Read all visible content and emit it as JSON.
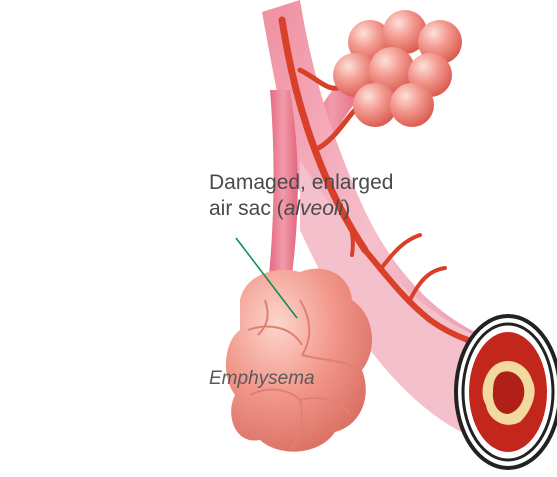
{
  "annotation": {
    "line1": "Damaged, enlarged",
    "line2_prefix": "air sac (",
    "line2_italic": "alveoli",
    "line2_suffix": ")"
  },
  "caption": "Emphysema",
  "colors": {
    "airway_pink": "#e8798a",
    "airway_light": "#f4b6c2",
    "vessel_red": "#d8402a",
    "alveoli_fill": "#f08a80",
    "alveoli_highlight": "#fbd0c8",
    "bronchus_red": "#c2261c",
    "bronchus_cream": "#f2d9a0",
    "pointer_line": "#0b8a55"
  }
}
